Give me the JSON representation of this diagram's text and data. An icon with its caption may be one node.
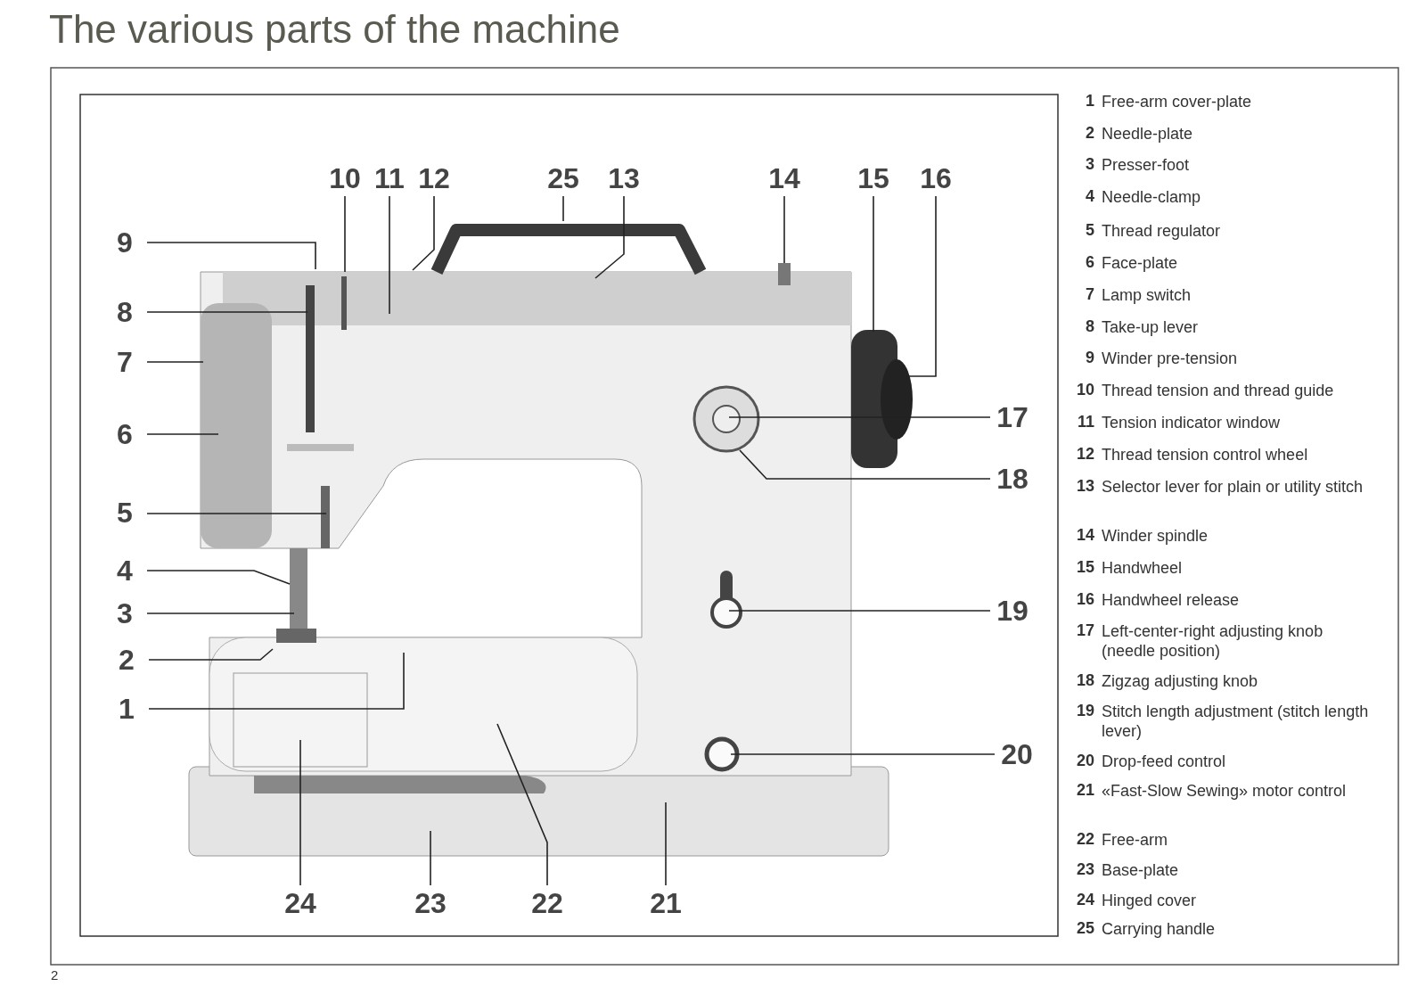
{
  "diagram": {
    "title": "The various parts of the machine",
    "nodes": [
      {
        "text": [
          "10"
        ]
      },
      {
        "text": [
          "11"
        ]
      },
      {
        "text": [
          "12"
        ]
      },
      {
        "text": [
          "25"
        ]
      },
      {
        "text": [
          "13"
        ]
      },
      {
        "text": [
          "14"
        ]
      },
      {
        "text": [
          "15"
        ]
      },
      {
        "text": [
          "16"
        ]
      },
      {
        "text": [
          "9"
        ]
      },
      {
        "text": [
          "8"
        ]
      },
      {
        "text": [
          "7"
        ]
      },
      {
        "text": [
          "6"
        ]
      },
      {
        "text": [
          "5"
        ]
      },
      {
        "text": [
          "4"
        ]
      },
      {
        "text": [
          "3"
        ]
      },
      {
        "text": [
          "2"
        ]
      },
      {
        "text": [
          "1"
        ]
      },
      {
        "text": [
          "17"
        ]
      },
      {
        "text": [
          "18"
        ]
      },
      {
        "text": [
          "19"
        ]
      },
      {
        "text": [
          "20"
        ]
      },
      {
        "text": [
          "24"
        ]
      },
      {
        "text": [
          "23"
        ]
      },
      {
        "text": [
          "22"
        ]
      },
      {
        "text": [
          "21"
        ]
      }
    ],
    "edges": [
      {
        "from": 0,
        "to": null,
        "arrow": "none"
      },
      {
        "from": 1,
        "to": null,
        "arrow": "none"
      },
      {
        "from": 2,
        "to": null,
        "arrow": "none"
      },
      {
        "from": 3,
        "to": null,
        "arrow": "none"
      },
      {
        "from": 4,
        "to": null,
        "arrow": "none"
      },
      {
        "from": 5,
        "to": null,
        "arrow": "none"
      },
      {
        "from": 6,
        "to": null,
        "arrow": "none"
      },
      {
        "from": 7,
        "to": null,
        "arrow": "none"
      },
      {
        "from": 8,
        "to": null,
        "arrow": "none"
      },
      {
        "from": 9,
        "to": null,
        "arrow": "none"
      },
      {
        "from": 10,
        "to": null,
        "arrow": "none"
      },
      {
        "from": 11,
        "to": null,
        "arrow": "none"
      },
      {
        "from": 12,
        "to": null,
        "arrow": "none"
      },
      {
        "from": 13,
        "to": null,
        "arrow": "none"
      },
      {
        "from": 14,
        "to": null,
        "arrow": "none"
      },
      {
        "from": 15,
        "to": null,
        "arrow": "none"
      },
      {
        "from": 16,
        "to": null,
        "arrow": "none"
      },
      {
        "from": 17,
        "to": null,
        "arrow": "none"
      },
      {
        "from": 18,
        "to": null,
        "arrow": "none"
      },
      {
        "from": 19,
        "to": null,
        "arrow": "none"
      },
      {
        "from": 20,
        "to": null,
        "arrow": "none"
      },
      {
        "from": 21,
        "to": null,
        "arrow": "none"
      },
      {
        "from": 22,
        "to": null,
        "arrow": "none"
      },
      {
        "from": 23,
        "to": null,
        "arrow": "none"
      },
      {
        "from": 24,
        "to": null,
        "arrow": "none"
      }
    ],
    "labels": [
      "1",
      "Free-arm cover-plate",
      "2",
      "Needle-plate",
      "3",
      "Presser-foot",
      "4",
      "Needle-clamp",
      "5",
      "Thread regulator",
      "6",
      "Face-plate",
      "7",
      "Lamp switch",
      "8",
      "Take-up lever",
      "9",
      "Winder pre-tension",
      "10",
      "Thread tension and thread guide",
      "11",
      "Tension indicator window",
      "12",
      "Thread tension control wheel",
      "13",
      "Selector lever for plain or utility stitch",
      "14",
      "Winder spindle",
      "15",
      "Handwheel",
      "16",
      "Handwheel release",
      "17",
      "Left-center-right adjusting knob (needle position)",
      "18",
      "Zigzag adjusting knob",
      "19",
      "Stitch length adjustment (stitch length lever)",
      "20",
      "Drop-feed control",
      "21",
      "«Fast-Slow Sewing» motor control",
      "22",
      "Free-arm",
      "23",
      "Base-plate",
      "24",
      "Hinged cover",
      "25",
      "Carrying handle",
      "2"
    ]
  }
}
